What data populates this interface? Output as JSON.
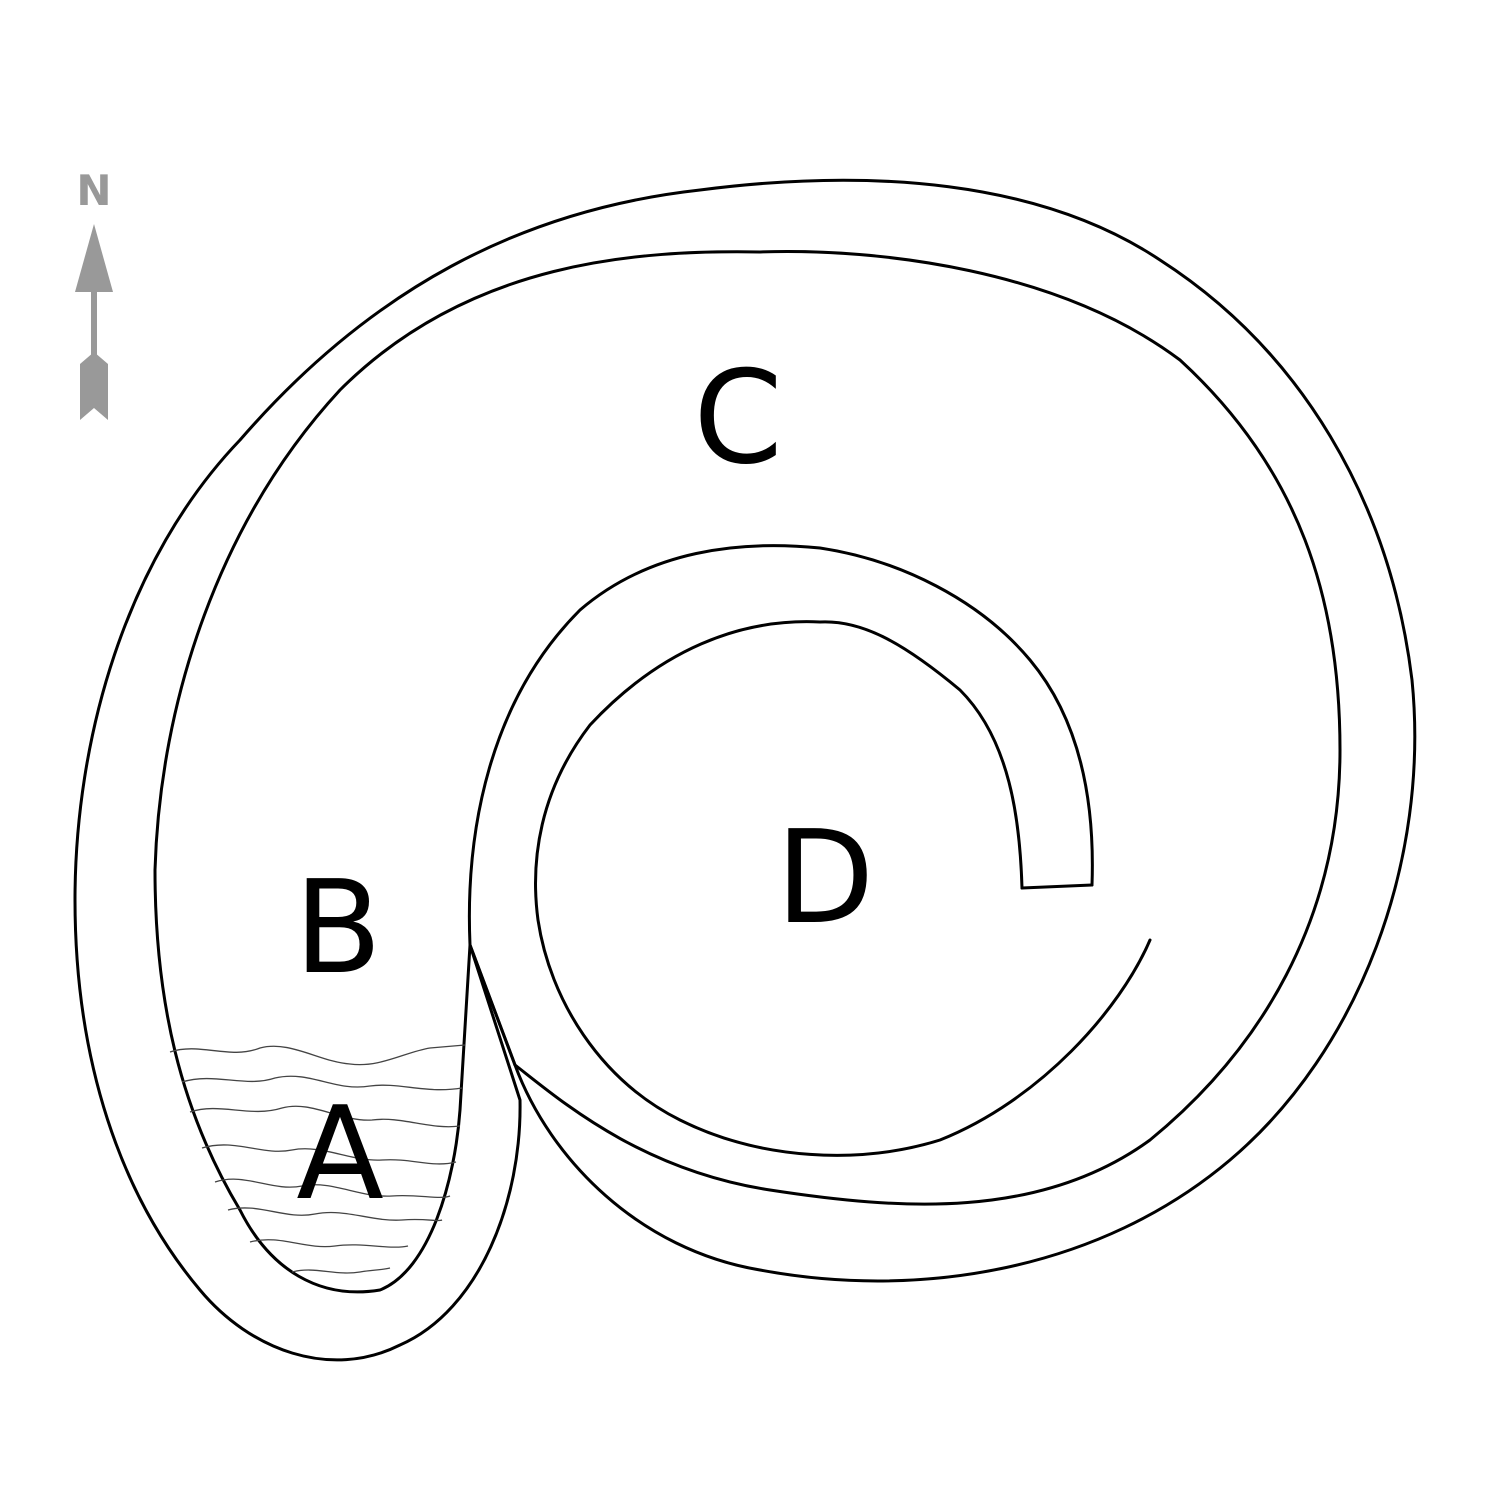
{
  "compass": {
    "label": "N",
    "color": "#999999"
  },
  "regions": [
    {
      "id": "A",
      "label": "A"
    },
    {
      "id": "B",
      "label": "B"
    },
    {
      "id": "C",
      "label": "C"
    },
    {
      "id": "D",
      "label": "D"
    }
  ],
  "colors": {
    "outline": "#000000",
    "hatch": "#444444",
    "background": "#ffffff"
  }
}
